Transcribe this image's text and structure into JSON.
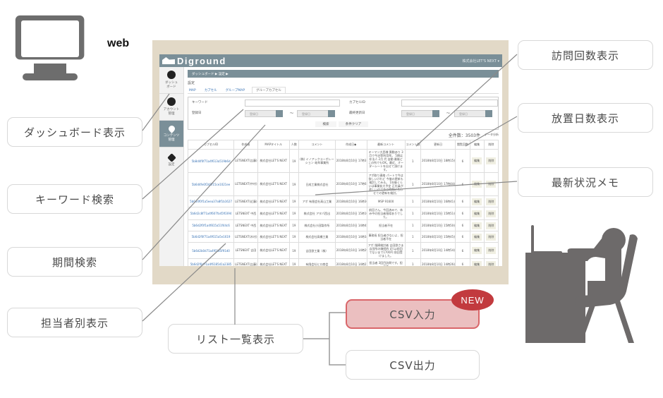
{
  "platform": {
    "label": "web",
    "icon": "monitor-icon"
  },
  "app": {
    "brand": "Diground",
    "user_menu": "株式会社LET'S NEXT ▾",
    "sidebar": [
      {
        "label": "ダッシュ\nボード",
        "icon": "dashboard-gauge-icon"
      },
      {
        "label": "アカウント\n管理",
        "icon": "account-user-icon"
      },
      {
        "label": "コンテンツ\n管理",
        "icon": "map-pin-icon",
        "active": true
      },
      {
        "label": "設定",
        "icon": "gear-icon"
      }
    ],
    "breadcrumb": "ダッシュボード ▶ 設定 ▶",
    "page_title": "設定",
    "tabs": [
      {
        "label": "MAP"
      },
      {
        "label": "カプセル"
      },
      {
        "label": "グループMAP"
      },
      {
        "label": "グループカプセル",
        "active": true
      }
    ],
    "search": {
      "keyword_label": "キーワード",
      "keyword_value": "",
      "capsule_id_label": "カプセルID",
      "capsule_id_value": "",
      "registered_label": "登録日",
      "updated_label": "最終更新日",
      "date_placeholder": "登録日",
      "tilde": "〜",
      "search_button": "検索",
      "clear_button": "条件クリア"
    },
    "total_count": "全件数：3503件",
    "analysis_link": "データ分析",
    "table": {
      "headers": [
        "カプセルID",
        "作成者",
        "MAPタイトル",
        "人数",
        "コメント",
        "作成日◆",
        "最新コメント",
        "コメント数",
        "更新日",
        "閲覧回数",
        "編集",
        "削除"
      ],
      "rows": [
        {
          "id": "5b8d4f0f71a4f613a519b6d",
          "author": "LETSNEXT(吉藤)",
          "map": "株式会社LET'S NEXT",
          "people": "19",
          "comment": "(株) イノアックコーポレーション 岐阜事業所",
          "created": "2018年8月10日 17時31分",
          "latest": "キーマン大西様 異動あり 3月で今治等利用率。 5期は非法人 2月 代 自動 最後どこの所でもOK。最近、オーダーシートを出せて頂けます。",
          "count": "1",
          "updated": "2018年8月10日 18時15分",
          "views": "6",
          "edit": "編集",
          "delete": "削除"
        },
        {
          "id": "5b6d4fe0f2d8f15ce1021ee",
          "author": "LETSNEXT(中村)",
          "map": "株式会社LET'S NEXT",
          "people": "19",
          "comment": "日成工業株式会社",
          "created": "2018年8月10日 17時03分",
          "latest": "アポ取り連絡 パートで今は欲しいけれど 今後の更新も検討してみる。 1年後くらいは事業拡大予定 正社員が欲しいので今の時期に合わせての更新を検討。",
          "count": "1",
          "updated": "2018年8月10日 17時44分",
          "views": "6",
          "edit": "編集",
          "delete": "削除"
        },
        {
          "id": "5b6d4f0f1a5eea37a8f1b1627",
          "author": "LETSNEXT(近藤)",
          "map": "株式会社LET'S NEXT",
          "people": "19",
          "comment": "アポ 有限会社高山工業",
          "created": "2018年8月10日 16時30分",
          "latest": "MSP 91600",
          "count": "1",
          "updated": "2018年8月10日 16時41分",
          "views": "6",
          "edit": "編集",
          "delete": "削除"
        },
        {
          "id": "5b6d2c8f71a4f607fa45f0394",
          "author": "LETSNEXT 中西",
          "map": "株式会社LET'S NEXT",
          "people": "19",
          "comment": "株式会社 アタパ西出",
          "created": "2018年8月10日 15時10分",
          "latest": "前回さん、今回済みで、休み中の担当者指導ありでした。",
          "count": "1",
          "updated": "2018年8月10日 15時51分",
          "views": "6",
          "edit": "編集",
          "delete": "削除"
        },
        {
          "id": "5b6d2f0f1a4f815a51f44c6",
          "author": "LETSNEXT 中西",
          "map": "株式会社LET'S NEXT",
          "people": "19",
          "comment": "株式会社小田製作所",
          "created": "2018年8月10日 14時45分",
          "latest": "担当者不在",
          "count": "1",
          "updated": "2018年8月10日 15時50分",
          "views": "6",
          "edit": "編集",
          "delete": "削除"
        },
        {
          "id": "5b6d2f0f71a4f615a5e1619",
          "author": "LETSNEXT(木村)",
          "map": "株式会社LET'S NEXT",
          "people": "19",
          "comment": "株式会社高橋工業",
          "created": "2018年8月10日 14時34分",
          "latest": "事務長 担当者がないよ、担当者不在",
          "count": "1",
          "updated": "2018年8月10日 15時45分",
          "views": "6",
          "edit": "編集",
          "delete": "削除"
        },
        {
          "id": "5b6d2b0d71a4f6185f91d0",
          "author": "LETSNEXT 吉田",
          "map": "株式会社LET'S NEXT",
          "people": "19",
          "comment": "吉田鉄工業（株）",
          "created": "2018年8月10日 14時29分",
          "latest": "アポ 指摘検討者 吉田鉄さま 吉田所の継続的 初 Lp前回でないまで1700円 前回受けました。",
          "count": "1",
          "updated": "2018年8月10日 14時54分",
          "views": "6",
          "edit": "編集",
          "delete": "削除"
        },
        {
          "id": "5b6d2f0d71a4f6185d1a2385",
          "author": "LETSNEXT(吉藤)",
          "map": "株式会社LET'S NEXT",
          "people": "19",
          "comment": "有限会社ヒロ商会",
          "created": "2018年8月10日 14時21分",
          "latest": "担当者 3回目訪問です。担当者",
          "count": "1",
          "updated": "2018年8月10日 14時26分",
          "views": "6",
          "edit": "編集",
          "delete": "削除"
        }
      ]
    }
  },
  "callouts": {
    "dashboard": "ダッシュボード表示",
    "keyword_search": "キーワード検索",
    "period_search": "期間検索",
    "per_user": "担当者別表示",
    "list_view": "リスト一覧表示",
    "csv_import": "CSV入力",
    "csv_export": "CSV出力",
    "new_badge": "NEW",
    "visit_count": "訪問回数表示",
    "idle_days": "放置日数表示",
    "latest_memo": "最新状況メモ"
  },
  "colors": {
    "header": "#7a8f98",
    "frame": "#e2d9c7",
    "highlight_bg": "#ebbfc0",
    "highlight_border": "#d9666a",
    "badge": "#c23a3e",
    "icon_gray": "#6d6a6a"
  }
}
